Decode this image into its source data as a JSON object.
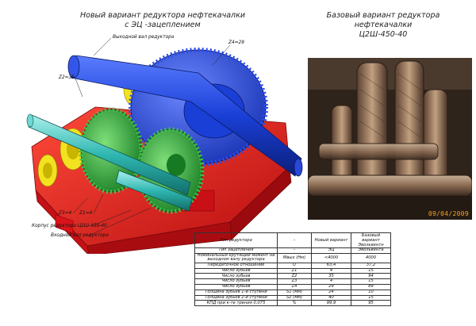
{
  "titles": {
    "left_line1": "Новый вариант редуктора нефтекачалки",
    "left_line2": "с ЭЦ -зацеплением",
    "right_line1": "Базовый вариант редуктора нефтекачалки",
    "right_line2": "Ц2Ш-450-40"
  },
  "callouts": {
    "output_shaft": "Выходной вал редуктора",
    "z4": "Z4=29",
    "z2": "Z2=35",
    "z3": "Z3=4",
    "z1": "Z1=4",
    "housing": "Корпус редуктора Ц2Ш-450-40",
    "input_shaft": "Входной вал редуктора"
  },
  "photo": {
    "date_stamp": "09/04/2009"
  },
  "table": {
    "headers": [
      "Тип редуктора",
      "–",
      "Новый вариант",
      "Базовый вариант Эвольвентн"
    ],
    "rows": [
      [
        "Тип зацепления",
        "–",
        "ЭЦ",
        "Эвольвента"
      ],
      [
        "Номинальный крутящий момент на выходном валу редуктора",
        "Мвых (Нм)",
        "<4000",
        "4000"
      ],
      [
        "Передаточное отношение",
        "U",
        "63,4",
        "37,2"
      ],
      [
        "Число зубьев",
        "Z1",
        "4",
        "15"
      ],
      [
        "Число зубьев",
        "Z2",
        "35",
        "94"
      ],
      [
        "Число зубьев",
        "Z3",
        "4",
        "15"
      ],
      [
        "Число зубьев",
        "Z4",
        "29",
        "89"
      ],
      [
        "Толщина зубьев 1-й ступени",
        "S1 (мм)",
        "24",
        "10"
      ],
      [
        "Толщина зубьев 2-й ступени",
        "S2 (мм)",
        "40",
        "15"
      ],
      [
        "КПД при к-те трения 0,075",
        "%",
        "99,9",
        "95"
      ]
    ]
  },
  "colors": {
    "housing_red": "#e0141a",
    "shaft_blue": "#1a3fd6",
    "gear_green": "#2aa33a",
    "bearing_yellow": "#f2e21f",
    "shaft_teal": "#2fb6b0"
  }
}
